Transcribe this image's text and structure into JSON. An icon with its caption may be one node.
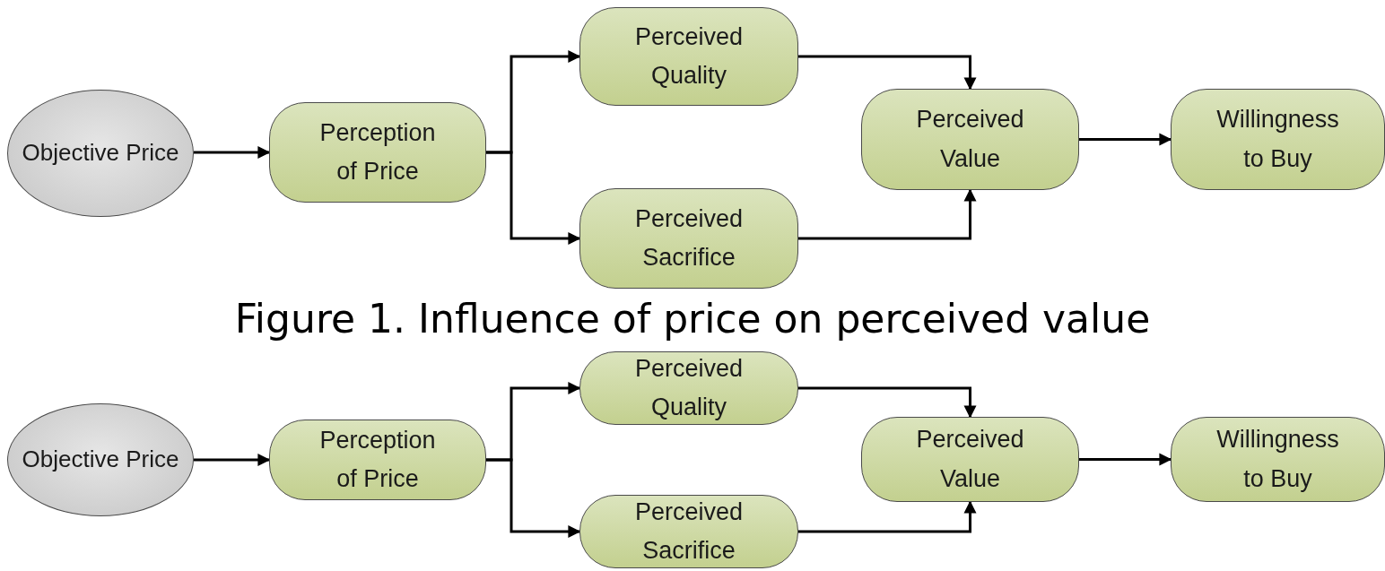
{
  "diagram": {
    "caption": "Figure 1. Influence of price on perceived value",
    "nodes": [
      {
        "text": [
          "Objective Price"
        ]
      },
      {
        "text": [
          "Perception of Price"
        ]
      },
      {
        "text": [
          "Perceived Quality"
        ]
      },
      {
        "text": [
          "Perceived Sacrifice"
        ]
      },
      {
        "text": [
          "Perceived Value"
        ]
      },
      {
        "text": [
          "Willingness to Buy"
        ]
      },
      {
        "text": [
          "Objective Price"
        ]
      },
      {
        "text": [
          "Perception of Price"
        ]
      },
      {
        "text": [
          "Perceived Quality"
        ]
      },
      {
        "text": [
          "Perceived Sacrifice"
        ]
      },
      {
        "text": [
          "Perceived Value"
        ]
      },
      {
        "text": [
          "Willingness to Buy"
        ]
      }
    ],
    "edges": [
      {
        "from": 0,
        "to": 1,
        "arrow": "to"
      },
      {
        "from": 1,
        "to": 2,
        "arrow": "to"
      },
      {
        "from": 1,
        "to": 3,
        "arrow": "to"
      },
      {
        "from": 2,
        "to": 4,
        "arrow": "to"
      },
      {
        "from": 3,
        "to": 4,
        "arrow": "to"
      },
      {
        "from": 4,
        "to": 5,
        "arrow": "to"
      },
      {
        "from": 6,
        "to": 7,
        "arrow": "to"
      },
      {
        "from": 7,
        "to": 8,
        "arrow": "to"
      },
      {
        "from": 7,
        "to": 9,
        "arrow": "to"
      },
      {
        "from": 8,
        "to": 10,
        "arrow": "to"
      },
      {
        "from": 9,
        "to": 10,
        "arrow": "to"
      },
      {
        "from": 10,
        "to": 11,
        "arrow": "to"
      }
    ]
  }
}
